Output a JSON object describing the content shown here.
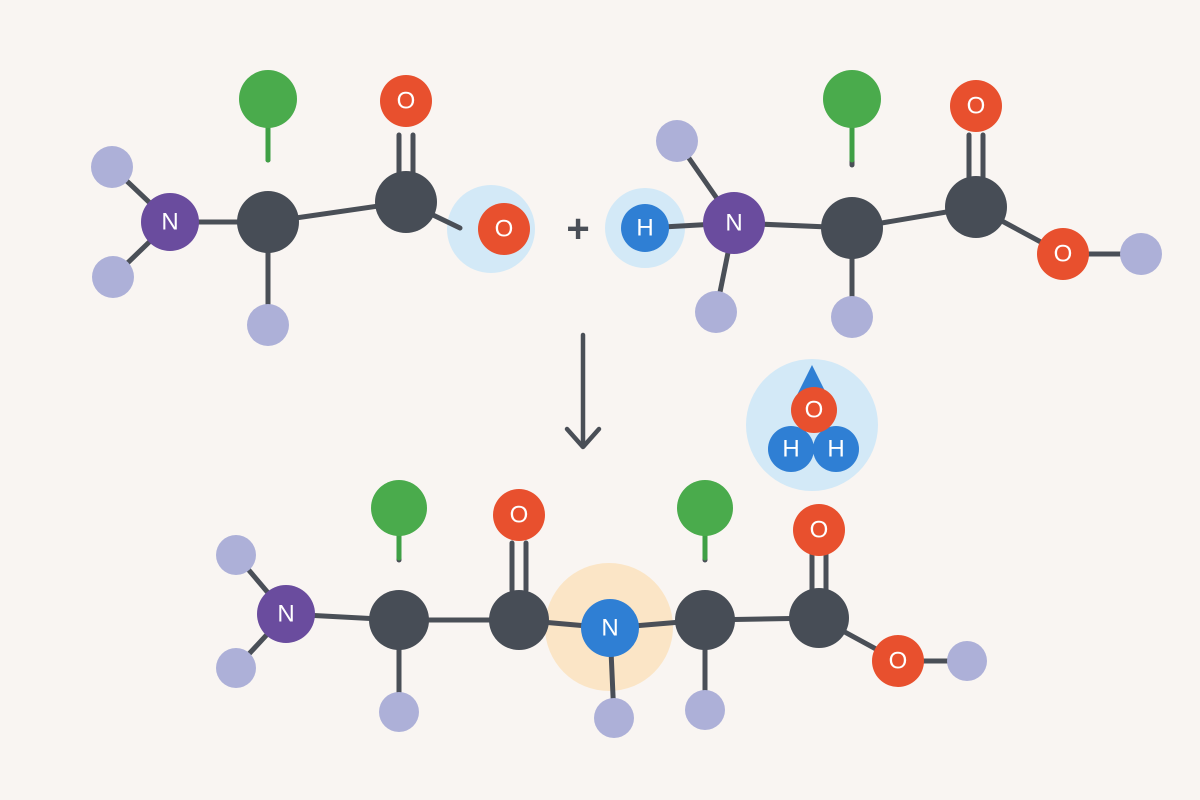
{
  "colors": {
    "background": "#f9f5f2",
    "bond": "#4a4f57",
    "carbon": "#474d56",
    "nitrogen": "#6a4c9e",
    "oxygen": "#e8502e",
    "hydrogen": "#adb0d8",
    "side_chain": "#4aab4c",
    "highlight_water": "#d3e9f7",
    "highlight_peptide": "#fbe5c6",
    "water_atom": "#2f7fd4"
  },
  "labels": {
    "nitrogen": "N",
    "oxygen": "O",
    "hydrogen": "H",
    "plus": "+"
  },
  "icons": {
    "reaction_arrow": "arrow-down-icon",
    "water_drop": "water-drop-icon"
  }
}
